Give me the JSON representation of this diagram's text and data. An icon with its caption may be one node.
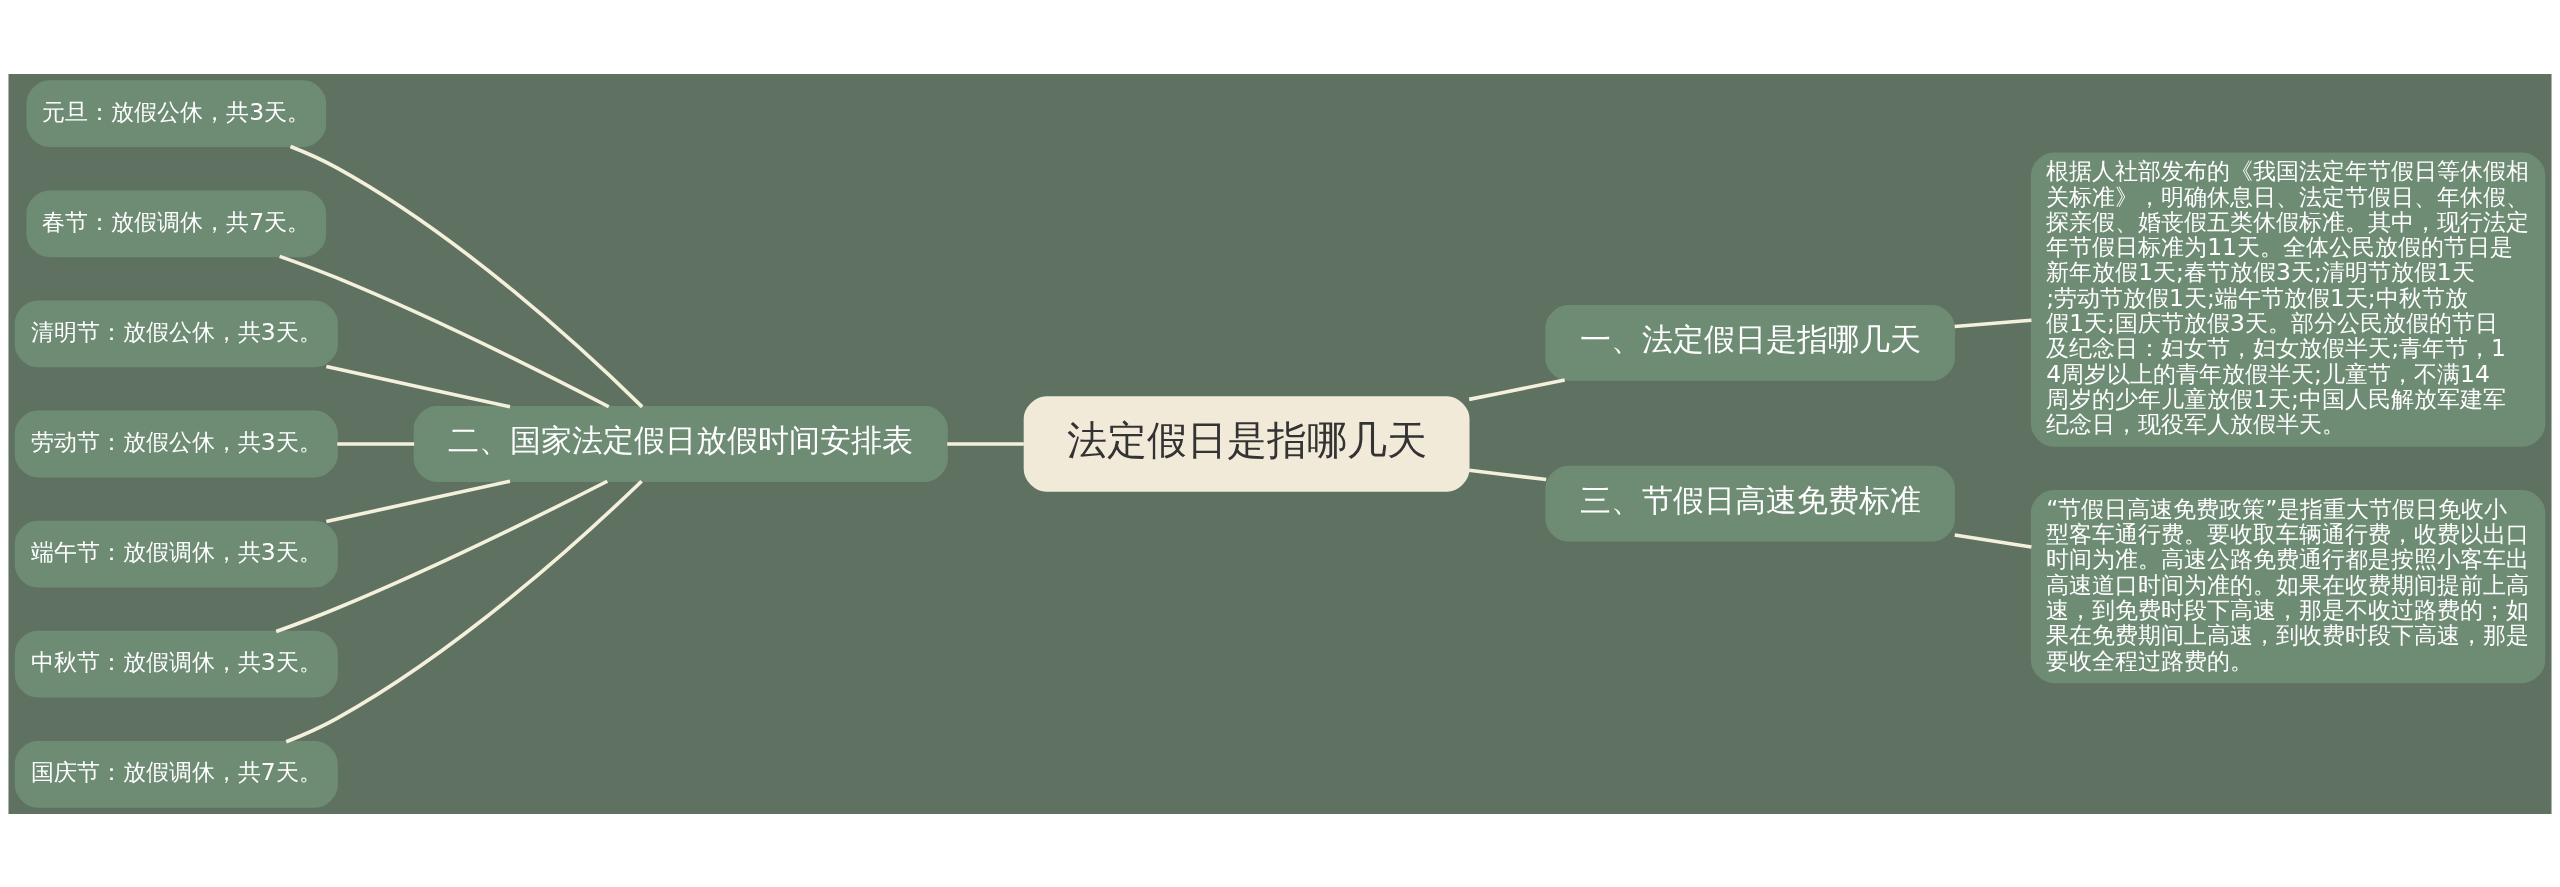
{
  "diagram": {
    "nodes": [
      {
        "text": [
          "法定假日是指哪几天"
        ]
      },
      {
        "text": [
          "一、法定假日是指哪几天"
        ]
      },
      {
        "text": [
          "根据人社部发布的《我国法定年节假日等休假相关标准》，明确休息日、法定节假日、年休假、探亲假、婚丧假五类休假标准。其中，现行法定年节假日标准为11天。全体公民放假的节日是新年放假1天;春节放假3天;清明节放假1天;劳动节放假1天;端午节放假1天;中秋节放假1天;国庆节放假3天。部分公民放假的节日及纪念日：妇女节，妇女放假半天;青年节，14周岁以上的青年放假半天;儿童节，不满14周岁的少年儿童放假1天;中国人民解放军建军纪念日，现役军人放假半天。"
        ]
      },
      {
        "text": [
          "二、国家法定假日放假时间安排表"
        ]
      },
      {
        "text": [
          "元旦：放假公休，共3天。"
        ]
      },
      {
        "text": [
          "春节：放假调休，共7天。"
        ]
      },
      {
        "text": [
          "清明节：放假公休，共3天。"
        ]
      },
      {
        "text": [
          "劳动节：放假公休，共3天。"
        ]
      },
      {
        "text": [
          "端午节：放假调休，共3天。"
        ]
      },
      {
        "text": [
          "中秋节：放假调休，共3天。"
        ]
      },
      {
        "text": [
          "国庆节：放假调休，共7天。"
        ]
      },
      {
        "text": [
          "三、节假日高速免费标准"
        ]
      },
      {
        "text": [
          "“节假日高速免费政策”是指重大节假日免收小型客车通行费。要收取车辆通行费，收费以出口时间为准。高速公路免费通行都是按照小客车出高速道口时间为准的。如果在收费期间提前上高速，到免费时段下高速，那是不收过路费的；如果在免费期间上高速，到收费时段下高速，那是要收全程过路费的。"
        ]
      }
    ],
    "edges": [
      {
        "from": 0,
        "to": 1,
        "arrow": "none"
      },
      {
        "from": 1,
        "to": 2,
        "arrow": "none"
      },
      {
        "from": 0,
        "to": 3,
        "arrow": "none"
      },
      {
        "from": 3,
        "to": 4,
        "arrow": "none"
      },
      {
        "from": 3,
        "to": 5,
        "arrow": "none"
      },
      {
        "from": 3,
        "to": 6,
        "arrow": "none"
      },
      {
        "from": 3,
        "to": 7,
        "arrow": "none"
      },
      {
        "from": 3,
        "to": 8,
        "arrow": "none"
      },
      {
        "from": 3,
        "to": 9,
        "arrow": "none"
      },
      {
        "from": 3,
        "to": 10,
        "arrow": "none"
      },
      {
        "from": 0,
        "to": 11,
        "arrow": "none"
      },
      {
        "from": 11,
        "to": 12,
        "arrow": "none"
      }
    ]
  }
}
